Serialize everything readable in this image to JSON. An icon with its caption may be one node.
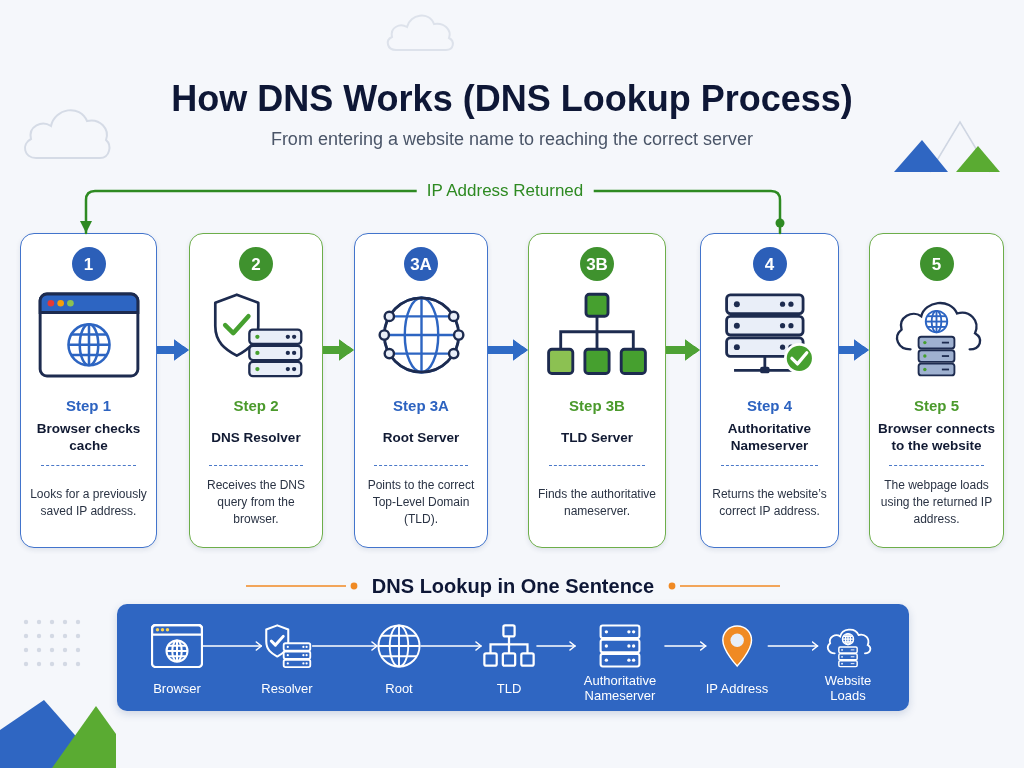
{
  "diagram": {
    "title": "How DNS Works (DNS Lookup Process)",
    "nodes": [
      {
        "text": [
          "Step 1",
          "Browser checks cache",
          "Looks for a previously saved IP address."
        ]
      },
      {
        "text": [
          "1"
        ],
        "in": 0
      },
      {
        "text": [
          "Step 2",
          "DNS Resolver",
          "Receives the DNS query from the browser."
        ]
      },
      {
        "text": [
          "2"
        ],
        "in": 2
      },
      {
        "text": [
          "Step 3A",
          "Root Server",
          "Points to the correct Top-Level Domain (TLD)."
        ]
      },
      {
        "text": [
          "3A"
        ],
        "in": 4
      },
      {
        "text": [
          "Step 3B",
          "TLD Server",
          "Finds the authoritative nameserver."
        ]
      },
      {
        "text": [
          "3B"
        ],
        "in": 6
      },
      {
        "text": [
          "Step 4",
          "Authoritative Nameserver",
          "Returns the website’s correct IP address."
        ]
      },
      {
        "text": [
          "4"
        ],
        "in": 8
      },
      {
        "text": [
          "Step 5",
          "Browser connects to the website",
          "The webpage loads using the returned IP address."
        ]
      },
      {
        "text": [
          "5"
        ],
        "in": 10
      },
      {
        "text": [
          "DNS Lookup in One Sentence"
        ]
      },
      {
        "text": [
          "Browser"
        ],
        "in": 12
      },
      {
        "text": [
          "Resolver"
        ],
        "in": 12
      },
      {
        "text": [
          "Root"
        ],
        "in": 12
      },
      {
        "text": [
          "TLD"
        ],
        "in": 12
      },
      {
        "text": [
          "Authoritative Nameserver"
        ],
        "in": 12
      },
      {
        "text": [
          "IP Address"
        ],
        "in": 12
      },
      {
        "text": [
          "Website Loads"
        ],
        "in": 12
      }
    ],
    "edges": [
      {
        "from": 0,
        "to": 2,
        "arrow": "to",
        "style": "thick",
        "color": "#2f6bc6"
      },
      {
        "from": 2,
        "to": 4,
        "arrow": "to",
        "style": "thick",
        "color": "#4ea235"
      },
      {
        "from": 4,
        "to": 6,
        "arrow": "to",
        "style": "thick",
        "color": "#2f6bc6"
      },
      {
        "from": 6,
        "to": 8,
        "arrow": "to",
        "style": "thick",
        "color": "#4ea235"
      },
      {
        "from": 8,
        "to": 10,
        "arrow": "to",
        "style": "thick",
        "color": "#2f6bc6"
      },
      {
        "from": 8,
        "to": 0,
        "arrow": "to",
        "label": "IP Address Returned",
        "color": "#2e8a22"
      },
      {
        "from": 13,
        "to": 14,
        "arrow": "to",
        "color": "#ffffff"
      },
      {
        "from": 14,
        "to": 15,
        "arrow": "to",
        "color": "#ffffff"
      },
      {
        "from": 15,
        "to": 16,
        "arrow": "to",
        "color": "#ffffff"
      },
      {
        "from": 16,
        "to": 17,
        "arrow": "to",
        "color": "#ffffff"
      },
      {
        "from": 17,
        "to": 18,
        "arrow": "to",
        "color": "#ffffff"
      },
      {
        "from": 18,
        "to": 19,
        "arrow": "to",
        "color": "#ffffff"
      }
    ],
    "labels": [
      "From entering a website name to reaching the correct server"
    ]
  }
}
